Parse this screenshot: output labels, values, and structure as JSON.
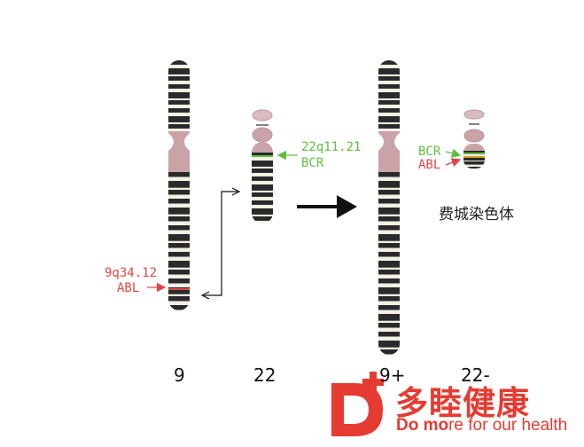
{
  "chromosome_labels": {
    "chr9": "9",
    "chr22": "22",
    "chr9_plus": "9+",
    "chr22_minus": "22-"
  },
  "annotations": {
    "chr22_band": "22q11.21",
    "chr22_gene": "BCR",
    "chr9_band": "9q34.12",
    "chr9_gene": "ABL",
    "ph_bcr": "BCR",
    "ph_abl": "ABL",
    "ph_name": "费城染色体"
  },
  "brand": {
    "name_cn": "多睦健康",
    "slogan_prefix": "Do mo",
    "slogan_suffix": "re for our health"
  },
  "colors": {
    "bcr_green": "#5fbf3f",
    "abl_red": "#e04848",
    "brand_red": "#e53b32",
    "centromere_pink": "#c9a3a8",
    "band_dark": "#2a2a2a",
    "band_light": "#f2f0e4"
  }
}
